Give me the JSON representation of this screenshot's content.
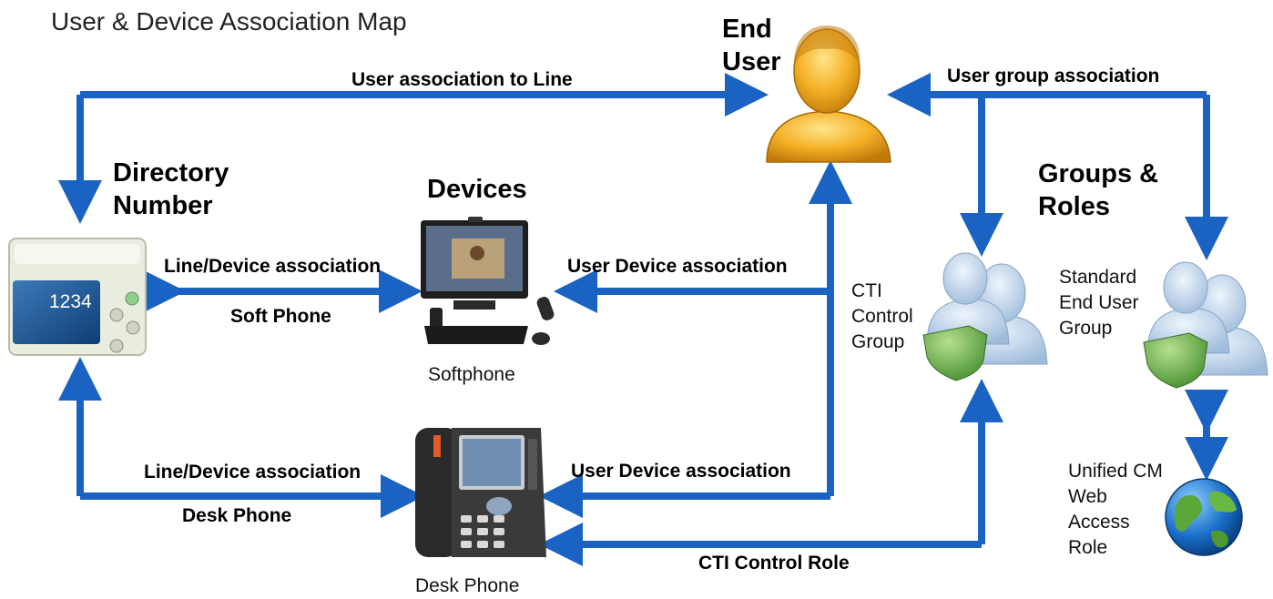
{
  "title": "User & Device Association Map",
  "nodes": {
    "end_user": "End\nUser",
    "directory_number": "Directory\nNumber",
    "directory_number_display": "1234",
    "devices": "Devices",
    "groups_roles": "Groups &\nRoles",
    "softphone": "Softphone",
    "desk_phone": "Desk Phone",
    "cti_control_group": "CTI\nControl\nGroup",
    "standard_end_user_group": "Standard\nEnd User\nGroup",
    "unified_cm_web_access_role": "Unified CM\nWeb\nAccess\nRole"
  },
  "edges": {
    "user_association_to_line": "User association to Line",
    "user_group_association": "User group association",
    "line_device_association_1": "Line/Device association",
    "soft_phone": "Soft Phone",
    "user_device_association_1": "User Device association",
    "line_device_association_2": "Line/Device association",
    "desk_phone": "Desk Phone",
    "user_device_association_2": "User Device association",
    "cti_control_role": "CTI Control Role"
  },
  "colors": {
    "arrow": "#1a63c2",
    "user_gold": "#f0a81e",
    "group_blue": "#b9cfe6",
    "shield_green": "#6aa84f"
  }
}
